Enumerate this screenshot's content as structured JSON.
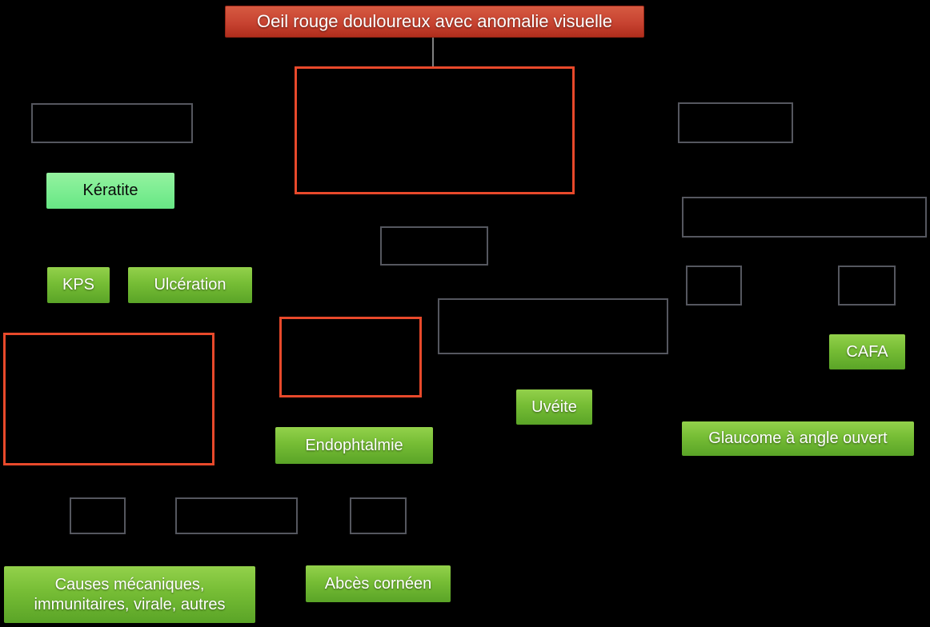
{
  "diagram": {
    "title": "Oeil rouge douloureux avec anomalie visuelle",
    "labels": {
      "keratite": "Kératite",
      "kps": "KPS",
      "ulceration": "Ulcération",
      "endophtalmie": "Endophtalmie",
      "uveite": "Uvéite",
      "cafa": "CAFA",
      "glaucome_angle_ouvert": "Glaucome à angle ouvert",
      "causes_mecaniques": "Causes mécaniques, immunitaires, virale, autres",
      "abces_corneen": "Abcès cornéen"
    },
    "colors": {
      "background": "#000000",
      "title_red_top": "#d65a41",
      "title_red_bottom": "#b02d1c",
      "green_top": "#93d14b",
      "green_bottom": "#5aa427",
      "highlight_green_top": "#95f29f",
      "highlight_green_bottom": "#67e684",
      "occlusion_border_gray": "#55575f",
      "occlusion_border_orange": "#e8492b",
      "connector_gray": "#808080"
    }
  }
}
